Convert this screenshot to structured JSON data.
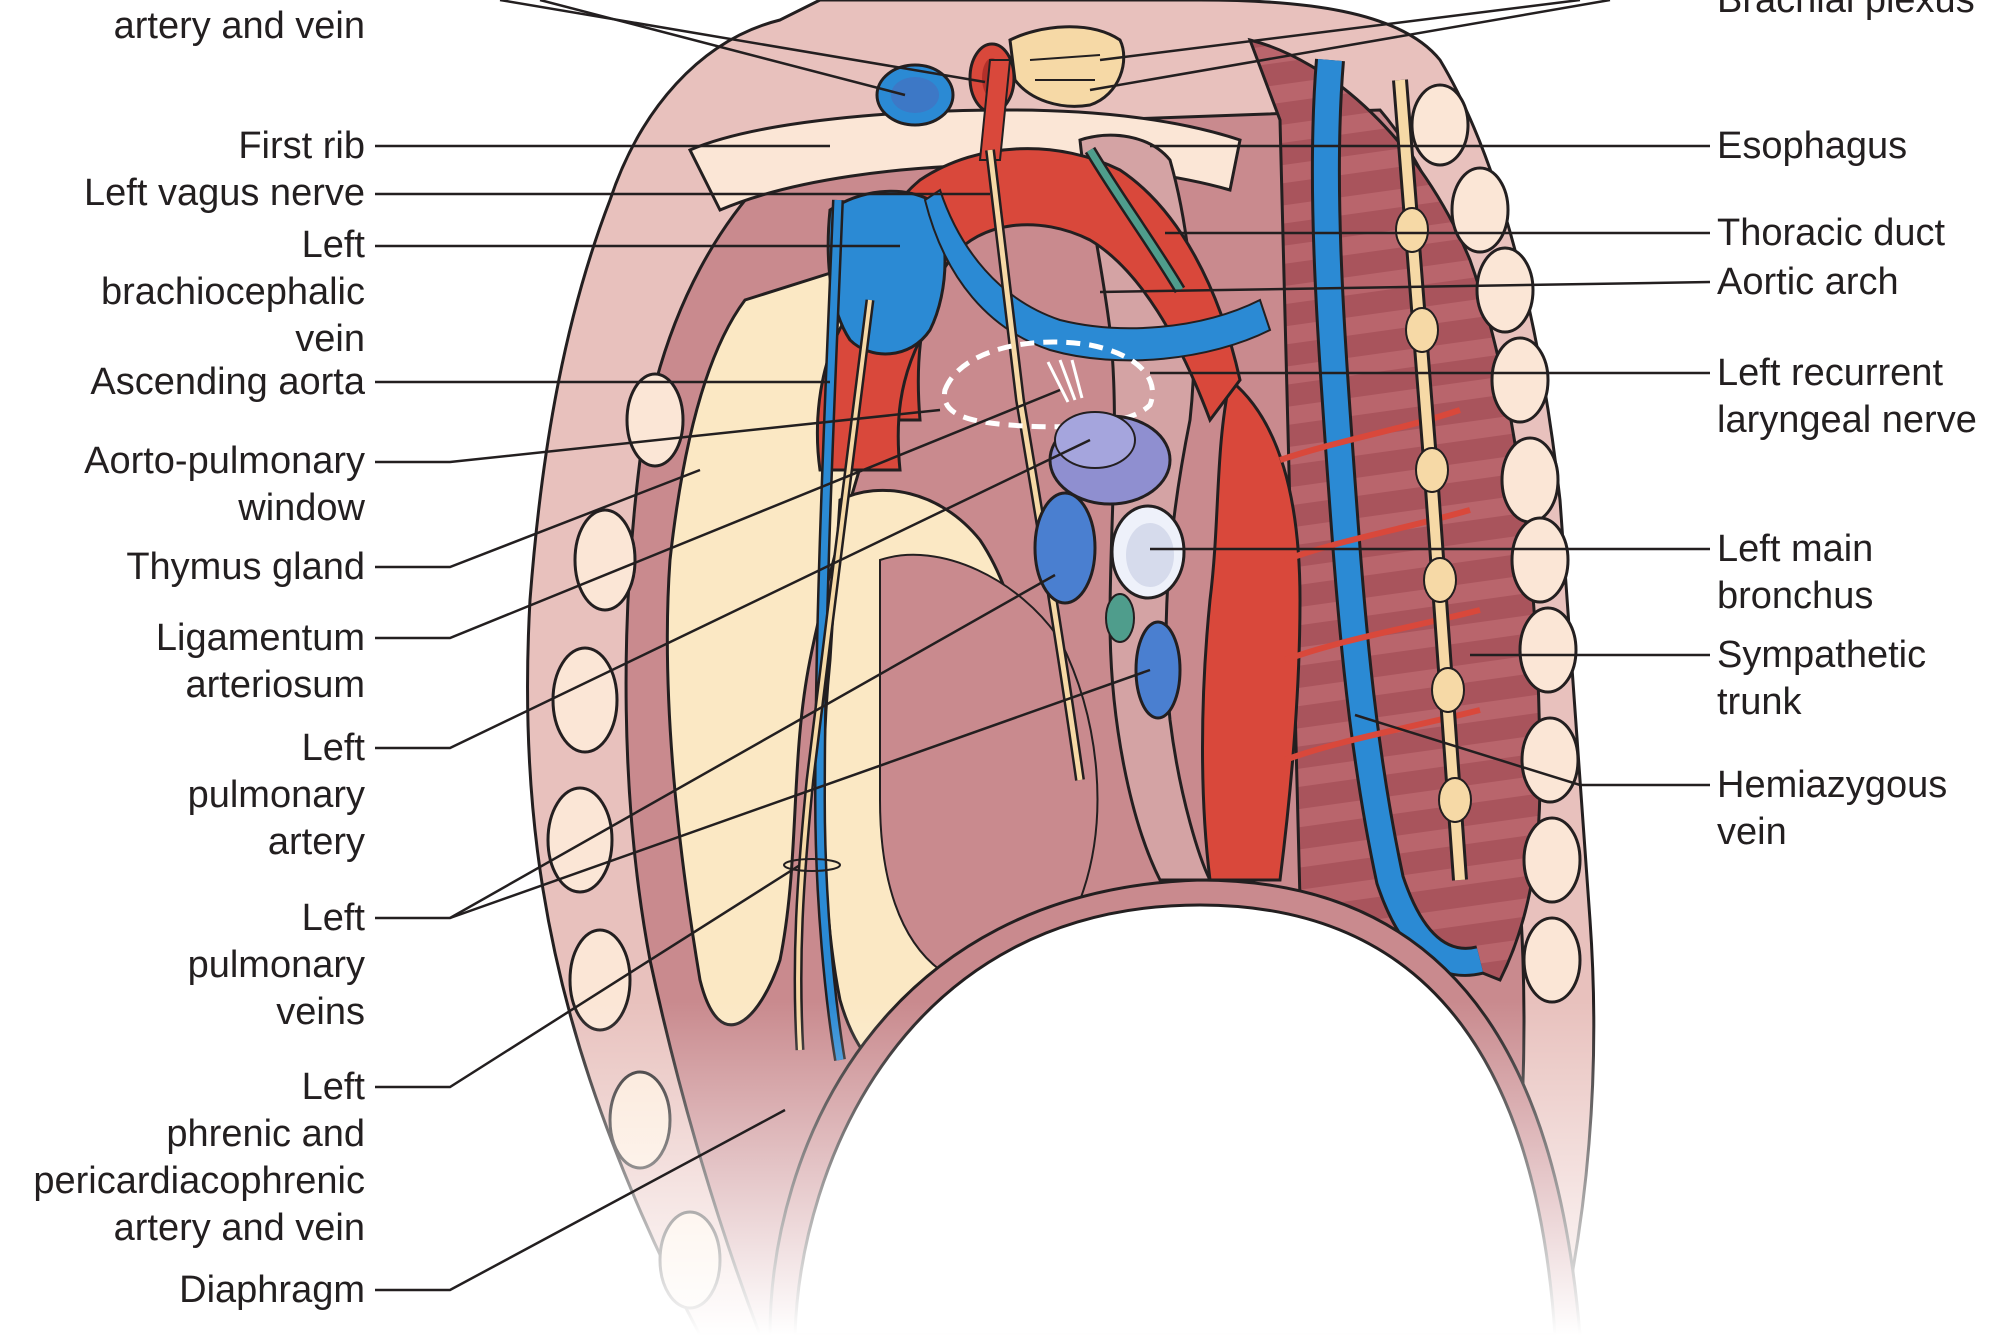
{
  "labels_left": [
    {
      "key": "subclavian",
      "lines": [
        "artery and vein"
      ]
    },
    {
      "key": "first_rib",
      "lines": [
        "First rib"
      ]
    },
    {
      "key": "left_vagus",
      "lines": [
        "Left vagus nerve"
      ]
    },
    {
      "key": "left_brachio",
      "lines": [
        "Left",
        "brachiocephalic",
        "vein"
      ]
    },
    {
      "key": "asc_aorta",
      "lines": [
        "Ascending aorta"
      ]
    },
    {
      "key": "ap_window",
      "lines": [
        "Aorto-pulmonary",
        "window"
      ]
    },
    {
      "key": "thymus",
      "lines": [
        "Thymus gland"
      ]
    },
    {
      "key": "ligamentum",
      "lines": [
        "Ligamentum",
        "arteriosum"
      ]
    },
    {
      "key": "lpa",
      "lines": [
        "Left",
        "pulmonary",
        "artery"
      ]
    },
    {
      "key": "lpv",
      "lines": [
        "Left",
        "pulmonary",
        "veins"
      ]
    },
    {
      "key": "phrenic",
      "lines": [
        "Left",
        "phrenic and",
        "pericardiacophrenic",
        "artery and vein"
      ]
    },
    {
      "key": "diaphragm",
      "lines": [
        "Diaphragm"
      ]
    }
  ],
  "labels_right": [
    {
      "key": "brachial",
      "lines": [
        "Brachial plexus"
      ]
    },
    {
      "key": "esophagus",
      "lines": [
        "Esophagus"
      ]
    },
    {
      "key": "thoracic_duct",
      "lines": [
        "Thoracic duct"
      ]
    },
    {
      "key": "aortic_arch",
      "lines": [
        "Aortic arch"
      ]
    },
    {
      "key": "lrln",
      "lines": [
        "Left recurrent",
        "laryngeal nerve"
      ]
    },
    {
      "key": "lmb",
      "lines": [
        "Left main",
        "bronchus"
      ]
    },
    {
      "key": "symp",
      "lines": [
        "Sympathetic",
        "trunk"
      ]
    },
    {
      "key": "hemiazygos",
      "lines": [
        "Hemiazygous",
        "vein"
      ]
    }
  ],
  "colors": {
    "artery": "#d9483b",
    "vein": "#2b8ad4",
    "nerve": "#f6d9a6",
    "fat": "#fbe8c4",
    "muscle": "#c98a8e",
    "pleura": "#e9c3c0",
    "bronchus": "#eef1fa",
    "pulm_artery": "#8f8fd0",
    "pulm_vein": "#4a7fd0",
    "lymph": "#4f9d8c",
    "outline": "#231f20"
  }
}
